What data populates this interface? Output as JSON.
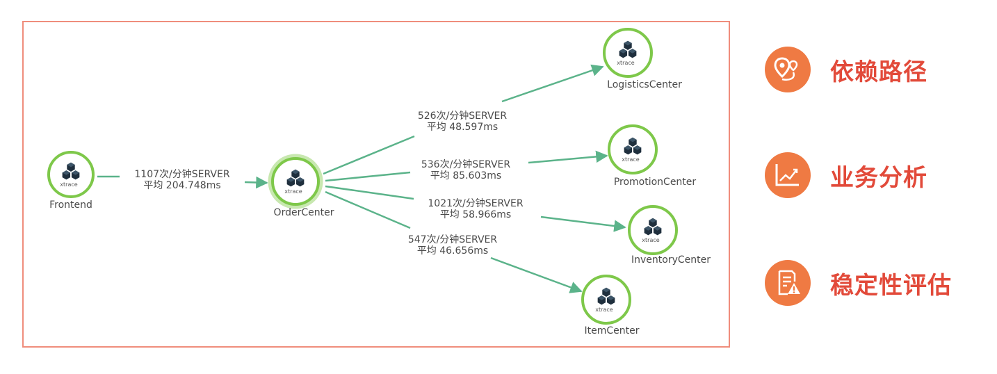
{
  "nodes": [
    {
      "id": "frontend",
      "label": "Frontend",
      "badge": "xtrace"
    },
    {
      "id": "order",
      "label": "OrderCenter",
      "badge": "xtrace"
    },
    {
      "id": "logistics",
      "label": "LogisticsCenter",
      "badge": "xtrace"
    },
    {
      "id": "promotion",
      "label": "PromotionCenter",
      "badge": "xtrace"
    },
    {
      "id": "inventory",
      "label": "InventoryCenter",
      "badge": "xtrace"
    },
    {
      "id": "item",
      "label": "ItemCenter",
      "badge": "xtrace"
    }
  ],
  "edges": [
    {
      "from": "frontend",
      "to": "order",
      "rate": "1107次/分钟SERVER",
      "avg": "平均 204.748ms"
    },
    {
      "from": "order",
      "to": "logistics",
      "rate": "526次/分钟SERVER",
      "avg": "平均 48.597ms"
    },
    {
      "from": "order",
      "to": "promotion",
      "rate": "536次/分钟SERVER",
      "avg": "平均 85.603ms"
    },
    {
      "from": "order",
      "to": "inventory",
      "rate": "1021次/分钟SERVER",
      "avg": "平均 58.966ms"
    },
    {
      "from": "order",
      "to": "item",
      "rate": "547次/分钟SERVER",
      "avg": "平均 46.656ms"
    }
  ],
  "features": [
    {
      "label": "依赖路径",
      "icon": "map-route-icon"
    },
    {
      "label": "业务分析",
      "icon": "line-chart-icon"
    },
    {
      "label": "稳定性评估",
      "icon": "report-warning-icon"
    }
  ],
  "colors": {
    "frame": "#ef8d7c",
    "node_ring": "#7ec84a",
    "edge": "#5bb38a",
    "node_icon": "#1f2f3d",
    "feature_bg": "#ef7a43",
    "feature_text": "#e24a3a"
  }
}
